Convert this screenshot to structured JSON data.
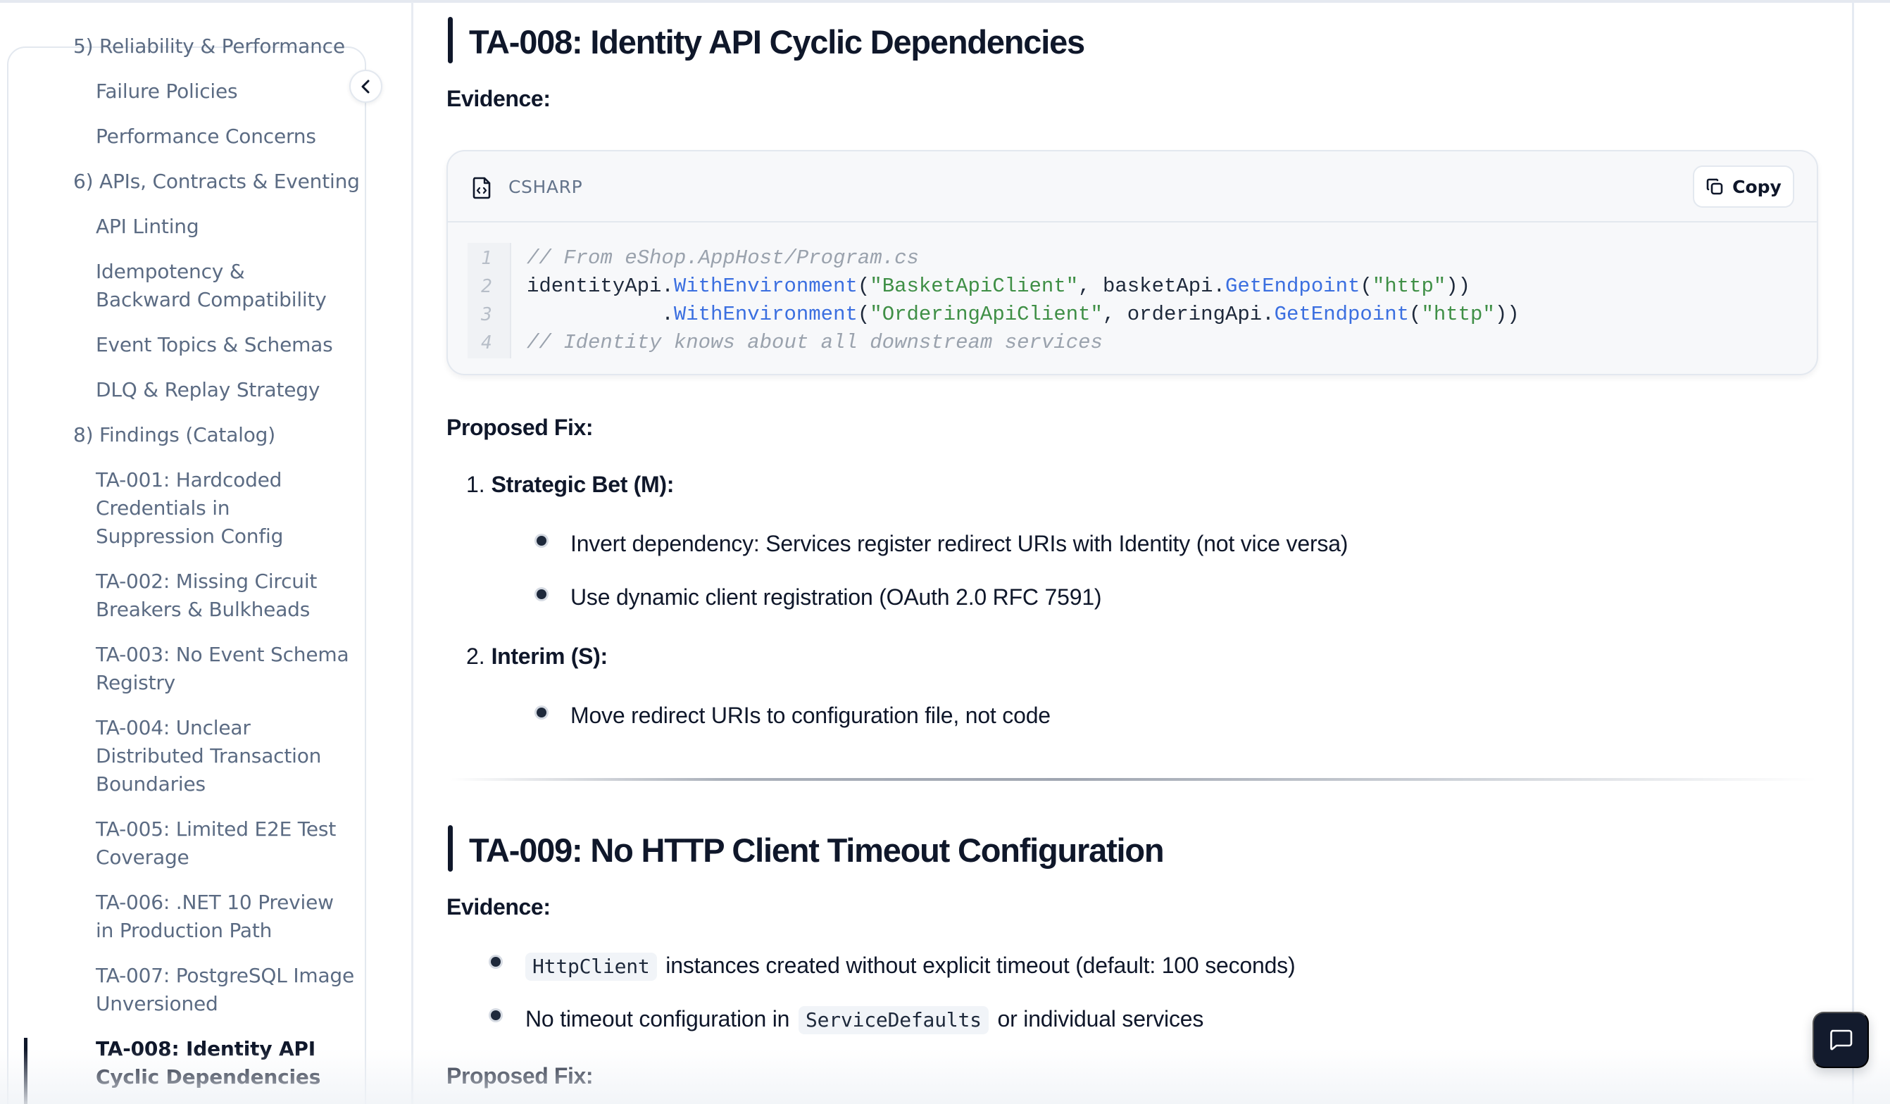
{
  "sidebar": {
    "collapse_button_icon": "chevron-left-icon",
    "items": [
      {
        "label": "5) Reliability & Performance",
        "level": 1
      },
      {
        "label": "Failure Policies",
        "level": 2
      },
      {
        "label": "Performance Concerns",
        "level": 2
      },
      {
        "label": "6) APIs, Contracts & Eventing",
        "level": 1
      },
      {
        "label": "API Linting",
        "level": 2
      },
      {
        "label": "Idempotency & Backward Compatibility",
        "level": 2
      },
      {
        "label": "Event Topics & Schemas",
        "level": 2
      },
      {
        "label": "DLQ & Replay Strategy",
        "level": 2
      },
      {
        "label": "8) Findings (Catalog)",
        "level": 1
      },
      {
        "label": "TA-001: Hardcoded Credentials in Suppression Config",
        "level": 2
      },
      {
        "label": "TA-002: Missing Circuit Breakers & Bulkheads",
        "level": 2
      },
      {
        "label": "TA-003: No Event Schema Registry",
        "level": 2
      },
      {
        "label": "TA-004: Unclear Distributed Transaction Boundaries",
        "level": 2
      },
      {
        "label": "TA-005: Limited E2E Test Coverage",
        "level": 2
      },
      {
        "label": "TA-006: .NET 10 Preview in Production Path",
        "level": 2
      },
      {
        "label": "TA-007: PostgreSQL Image Unversioned",
        "level": 2
      },
      {
        "label": "TA-008: Identity API Cyclic Dependencies",
        "level": 2,
        "active": true
      }
    ]
  },
  "main": {
    "section1": {
      "title": "TA-008: Identity API Cyclic Dependencies",
      "evidence_label": "Evidence:",
      "code": {
        "language": "CSHARP",
        "language_icon": "file-code-icon",
        "copy_label": "Copy",
        "copy_icon": "copy-icon",
        "line_numbers": [
          "1",
          "2",
          "3",
          "4"
        ],
        "lines": [
          [
            {
              "t": "// From eShop.AppHost/Program.cs",
              "k": "comment"
            }
          ],
          [
            {
              "t": "identityApi.",
              "k": "plain"
            },
            {
              "t": "WithEnvironment",
              "k": "fn"
            },
            {
              "t": "(",
              "k": "plain"
            },
            {
              "t": "\"BasketApiClient\"",
              "k": "str"
            },
            {
              "t": ", basketApi.",
              "k": "plain"
            },
            {
              "t": "GetEndpoint",
              "k": "fn"
            },
            {
              "t": "(",
              "k": "plain"
            },
            {
              "t": "\"http\"",
              "k": "str"
            },
            {
              "t": "))",
              "k": "plain"
            }
          ],
          [
            {
              "t": "           .",
              "k": "plain"
            },
            {
              "t": "WithEnvironment",
              "k": "fn"
            },
            {
              "t": "(",
              "k": "plain"
            },
            {
              "t": "\"OrderingApiClient\"",
              "k": "str"
            },
            {
              "t": ", orderingApi.",
              "k": "plain"
            },
            {
              "t": "GetEndpoint",
              "k": "fn"
            },
            {
              "t": "(",
              "k": "plain"
            },
            {
              "t": "\"http\"",
              "k": "str"
            },
            {
              "t": "))",
              "k": "plain"
            }
          ],
          [
            {
              "t": "// Identity knows about all downstream services",
              "k": "comment"
            }
          ]
        ]
      },
      "proposed_fix_label": "Proposed Fix:",
      "fixes": [
        {
          "number": "1.",
          "title": "Strategic Bet (M):",
          "bullets": [
            "Invert dependency: Services register redirect URIs with Identity (not vice versa)",
            "Use dynamic client registration (OAuth 2.0 RFC 7591)"
          ]
        },
        {
          "number": "2.",
          "title": "Interim (S):",
          "bullets": [
            "Move redirect URIs to configuration file, not code"
          ]
        }
      ]
    },
    "section2": {
      "title": "TA-009: No HTTP Client Timeout Configuration",
      "evidence_label": "Evidence:",
      "evidence_bullets": [
        {
          "code": "HttpClient",
          "after": "instances created without explicit timeout (default: 100 seconds)"
        },
        {
          "before": "No timeout configuration in",
          "code": "ServiceDefaults",
          "after": "or individual services"
        }
      ],
      "proposed_fix_label": "Proposed Fix:"
    }
  },
  "chat_button": {
    "icon": "chat-bubble-icon"
  },
  "colors": {
    "text_primary": "#0f172a",
    "text_muted": "#5b6b83",
    "code_function": "#3b6fe0",
    "code_string": "#3f8f46",
    "code_comment": "#9aa2ad",
    "border": "#e3e8ef",
    "chat_button_bg": "#131b2d"
  }
}
